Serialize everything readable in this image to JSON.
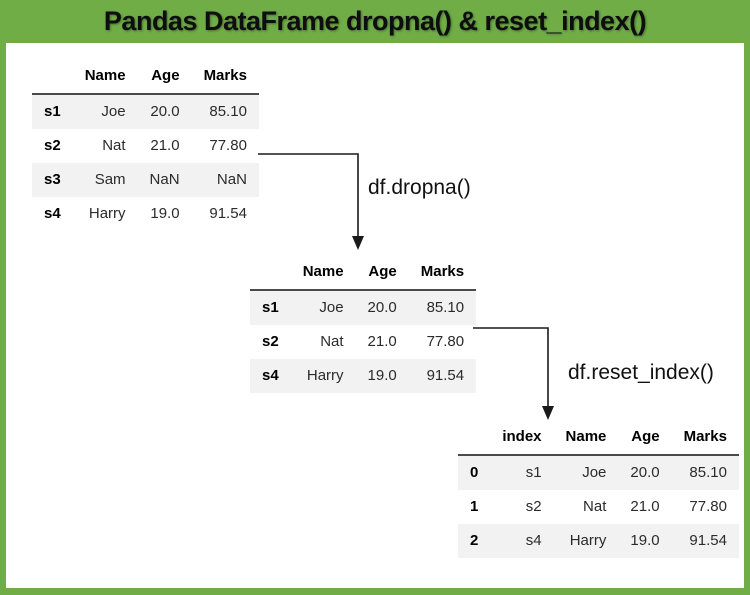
{
  "title": "Pandas DataFrame dropna() & reset_index()",
  "colors": {
    "banner_green": "#70ad47",
    "row_stripe": "#f2f2f2",
    "header_underline": "#4a4a4a",
    "arrow": "#1a1a1a"
  },
  "labels": {
    "dropna": "df.dropna()",
    "reset_index": "df.reset_index()"
  },
  "tables": {
    "original": {
      "columns": [
        "",
        "Name",
        "Age",
        "Marks"
      ],
      "rows": [
        [
          "s1",
          "Joe",
          "20.0",
          "85.10"
        ],
        [
          "s2",
          "Nat",
          "21.0",
          "77.80"
        ],
        [
          "s3",
          "Sam",
          "NaN",
          "NaN"
        ],
        [
          "s4",
          "Harry",
          "19.0",
          "91.54"
        ]
      ]
    },
    "after_dropna": {
      "columns": [
        "",
        "Name",
        "Age",
        "Marks"
      ],
      "rows": [
        [
          "s1",
          "Joe",
          "20.0",
          "85.10"
        ],
        [
          "s2",
          "Nat",
          "21.0",
          "77.80"
        ],
        [
          "s4",
          "Harry",
          "19.0",
          "91.54"
        ]
      ]
    },
    "after_reset_index": {
      "columns": [
        "",
        "index",
        "Name",
        "Age",
        "Marks"
      ],
      "rows": [
        [
          "0",
          "s1",
          "Joe",
          "20.0",
          "85.10"
        ],
        [
          "1",
          "s2",
          "Nat",
          "21.0",
          "77.80"
        ],
        [
          "2",
          "s4",
          "Harry",
          "19.0",
          "91.54"
        ]
      ]
    }
  }
}
